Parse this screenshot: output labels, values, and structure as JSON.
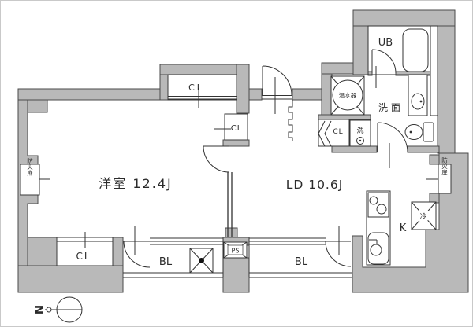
{
  "title": "apartment-floor-plan",
  "labels": {
    "western_room": "洋室 12.4J",
    "living_dining": "LD 10.6J",
    "kitchen": "K",
    "unit_bath": "UB",
    "washroom": "洗面",
    "water_heater": "温水器",
    "washing_machine": "洗",
    "refrigerator": "冷",
    "pipe_space": "PS",
    "closet": "CL",
    "balcony": "BL",
    "fire_door": "防火扉",
    "compass_north": "N"
  },
  "rooms": [
    {
      "name": "洋室",
      "size": "12.4J"
    },
    {
      "name": "LD",
      "size": "10.6J"
    },
    {
      "name": "K",
      "size": ""
    },
    {
      "name": "UB",
      "size": ""
    },
    {
      "name": "洗面",
      "size": ""
    }
  ]
}
